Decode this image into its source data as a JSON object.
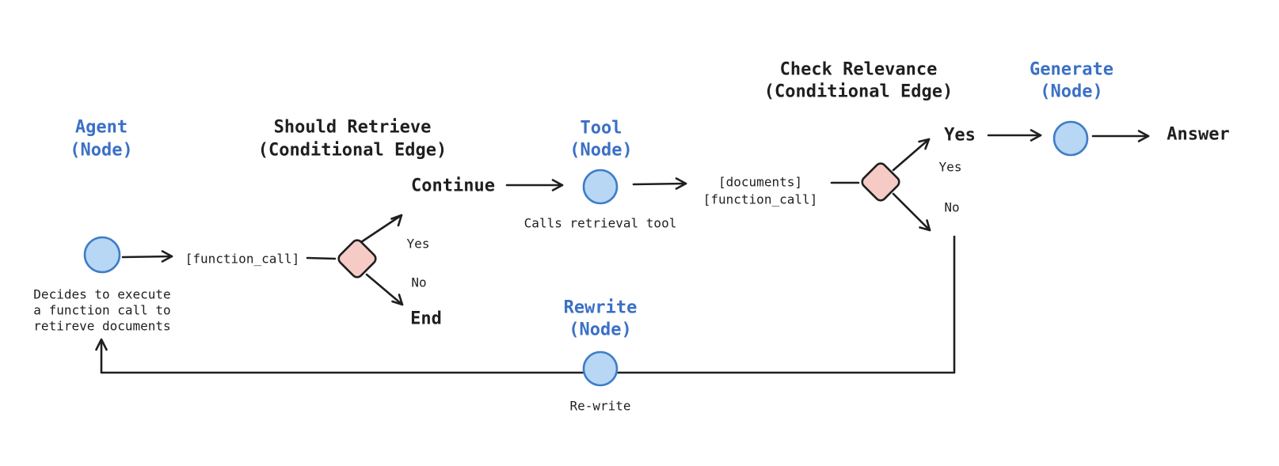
{
  "diagram": {
    "colors": {
      "background": "#ffffff",
      "node_fill": "#b7d7f4",
      "node_stroke": "#3f7dc7",
      "diamond_fill": "#f6cbc6",
      "diamond_stroke": "#1f1f1f",
      "line": "#1f1f1f",
      "heading_blue": "#3b70c5",
      "text_dark": "#1f1f1f"
    },
    "nodes": {
      "agent": {
        "title_line1": "Agent",
        "title_line2": "(Node)",
        "caption_line1": "Decides to execute",
        "caption_line2": "a function call to",
        "caption_line3": "retireve documents"
      },
      "tool": {
        "title_line1": "Tool",
        "title_line2": "(Node)",
        "caption": "Calls retrieval tool"
      },
      "generate": {
        "title_line1": "Generate",
        "title_line2": "(Node)"
      },
      "rewrite": {
        "title_line1": "Rewrite",
        "title_line2": "(Node)",
        "caption": "Re-write"
      }
    },
    "edges": {
      "should_retrieve": {
        "title_line1": "Should Retrieve",
        "title_line2": "(Conditional Edge)",
        "input_label": "[function_call]",
        "yes_label": "Yes",
        "no_label": "No",
        "yes_target": "Continue",
        "no_target": "End"
      },
      "check_relevance": {
        "title_line1": "Check Relevance",
        "title_line2": "(Conditional Edge)",
        "input_label_line1": "[documents]",
        "input_label_line2": "[function_call]",
        "yes_label": "Yes",
        "no_label": "No",
        "yes_target": "Yes"
      },
      "output": {
        "answer_label": "Answer"
      }
    }
  }
}
